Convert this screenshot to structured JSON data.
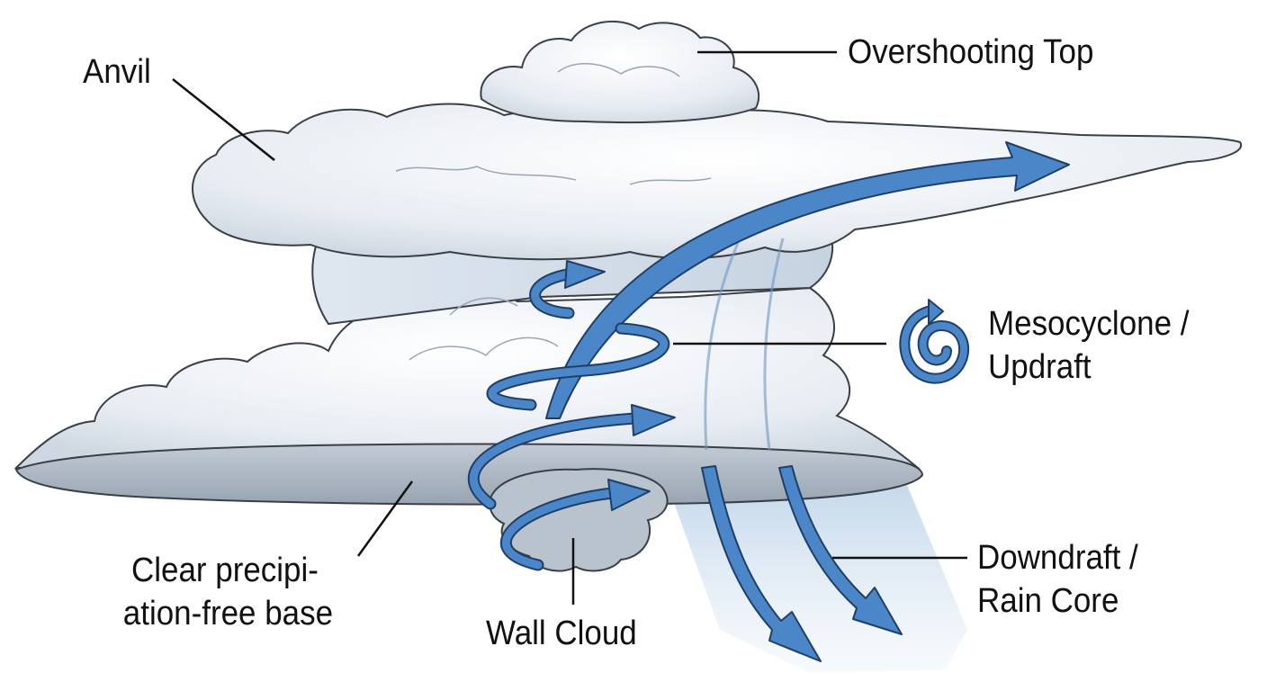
{
  "labels": {
    "anvil": "Anvil",
    "overshooting_top": "Overshooting Top",
    "mesocyclone_line1": "Mesocyclone /",
    "mesocyclone_line2": "Updraft",
    "downdraft_line1": "Downdraft /",
    "downdraft_line2": "Rain Core",
    "base_line1": "Clear precipi-",
    "base_line2": "ation-free base",
    "wall_cloud": "Wall Cloud"
  },
  "colors": {
    "cloud_fill": "#eef2f6",
    "cloud_shade": "#c9d3de",
    "cloud_outline": "#3a3f47",
    "base_fill": "#aeb8c4",
    "arrow_fill": "#4a86c8",
    "arrow_outline": "#1f3f66",
    "rain_shaft": "#c9dcec",
    "leader_line": "#111111"
  },
  "icons": {
    "mesocyclone_symbol": "spiral-arrow-icon"
  }
}
